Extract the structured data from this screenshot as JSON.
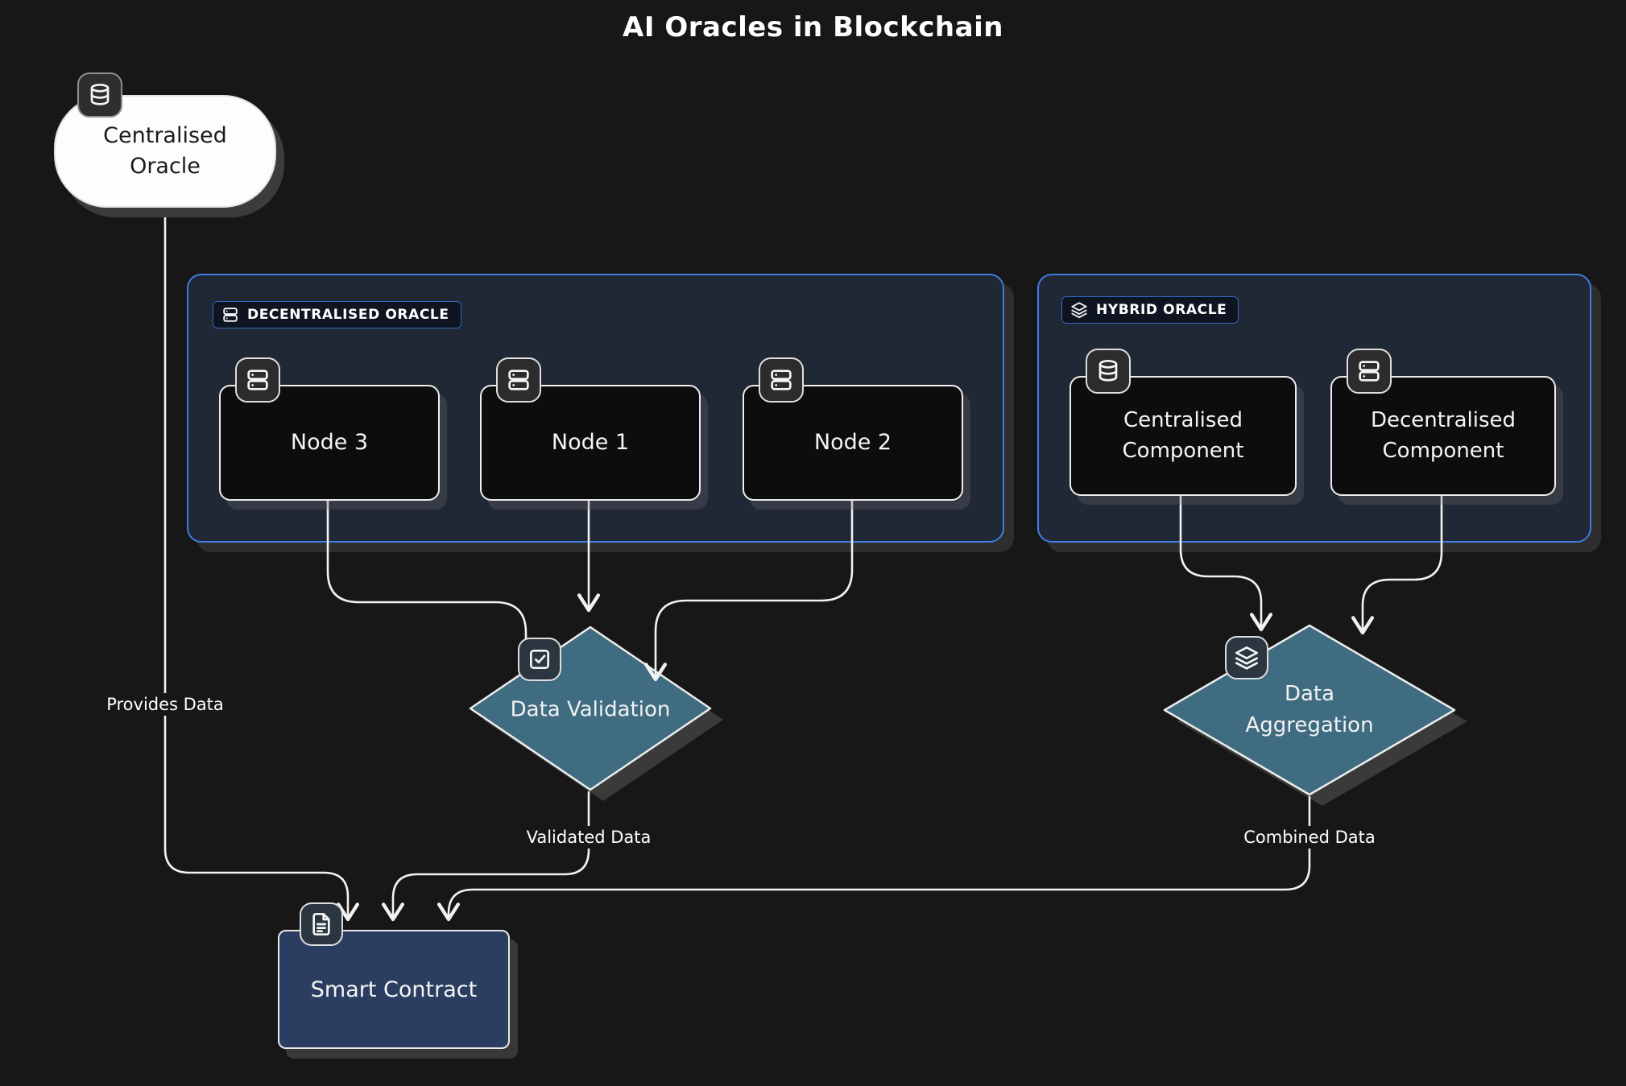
{
  "title": "AI Oracles in Blockchain",
  "groups": {
    "decentralised_oracle": {
      "label": "DECENTRALISED ORACLE",
      "icon": "server-icon"
    },
    "hybrid_oracle": {
      "label": "HYBRID ORACLE",
      "icon": "layers-icon"
    }
  },
  "nodes": {
    "centralised_oracle": {
      "label": "Centralised Oracle",
      "icon": "database-icon"
    },
    "node3": {
      "label": "Node 3",
      "icon": "server-icon"
    },
    "node1": {
      "label": "Node 1",
      "icon": "server-icon"
    },
    "node2": {
      "label": "Node 2",
      "icon": "server-icon"
    },
    "centralised_component": {
      "label": "Centralised Component",
      "icon": "database-icon"
    },
    "decentralised_component": {
      "label": "Decentralised Component",
      "icon": "server-icon"
    },
    "data_validation": {
      "label": "Data Validation",
      "icon": "check-square-icon"
    },
    "data_aggregation": {
      "label": "Data Aggregation",
      "icon": "layers-icon"
    },
    "smart_contract": {
      "label": "Smart Contract",
      "icon": "file-text-icon"
    }
  },
  "edges": {
    "provides_data": {
      "label": "Provides Data",
      "from": "centralised_oracle",
      "to": "smart_contract"
    },
    "validated_data": {
      "label": "Validated Data",
      "from": "data_validation",
      "to": "smart_contract"
    },
    "combined_data": {
      "label": "Combined Data",
      "from": "data_aggregation",
      "to": "smart_contract"
    },
    "node3_to_validation": {
      "from": "node3",
      "to": "data_validation"
    },
    "node1_to_validation": {
      "from": "node1",
      "to": "data_validation"
    },
    "node2_to_validation": {
      "from": "node2",
      "to": "data_validation"
    },
    "centralised_to_aggregation": {
      "from": "centralised_component",
      "to": "data_aggregation"
    },
    "decentralised_to_aggregation": {
      "from": "decentralised_component",
      "to": "data_aggregation"
    }
  },
  "colors": {
    "background": "#171717",
    "container_fill": "#202836",
    "container_border": "#3f7de0",
    "node_fill": "#0d0d0d",
    "node_border": "#ededed",
    "oracle_fill": "#fdfdfd",
    "diamond_fill": "#3f6c80",
    "smart_contract_fill": "#2b3e61",
    "edge_stroke": "#f2f2f2",
    "text": "#ffffff"
  }
}
